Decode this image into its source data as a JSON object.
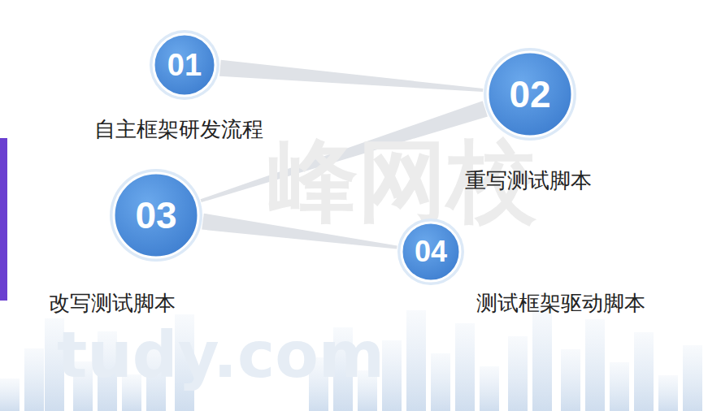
{
  "diagram": {
    "nodes": [
      {
        "text": [
          "01",
          "自主框架研发流程"
        ]
      },
      {
        "text": [
          "02",
          "重写测试脚本"
        ]
      },
      {
        "text": [
          "03",
          "改写测试脚本"
        ]
      },
      {
        "text": [
          "04",
          "测试框架驱动脚本"
        ]
      }
    ],
    "edges": [
      {
        "from": 0,
        "to": 1,
        "arrow": "none"
      },
      {
        "from": 1,
        "to": 2,
        "arrow": "none"
      },
      {
        "from": 2,
        "to": 3,
        "arrow": "none"
      }
    ],
    "labels": [
      "峰网校",
      "tudy.com"
    ]
  }
}
